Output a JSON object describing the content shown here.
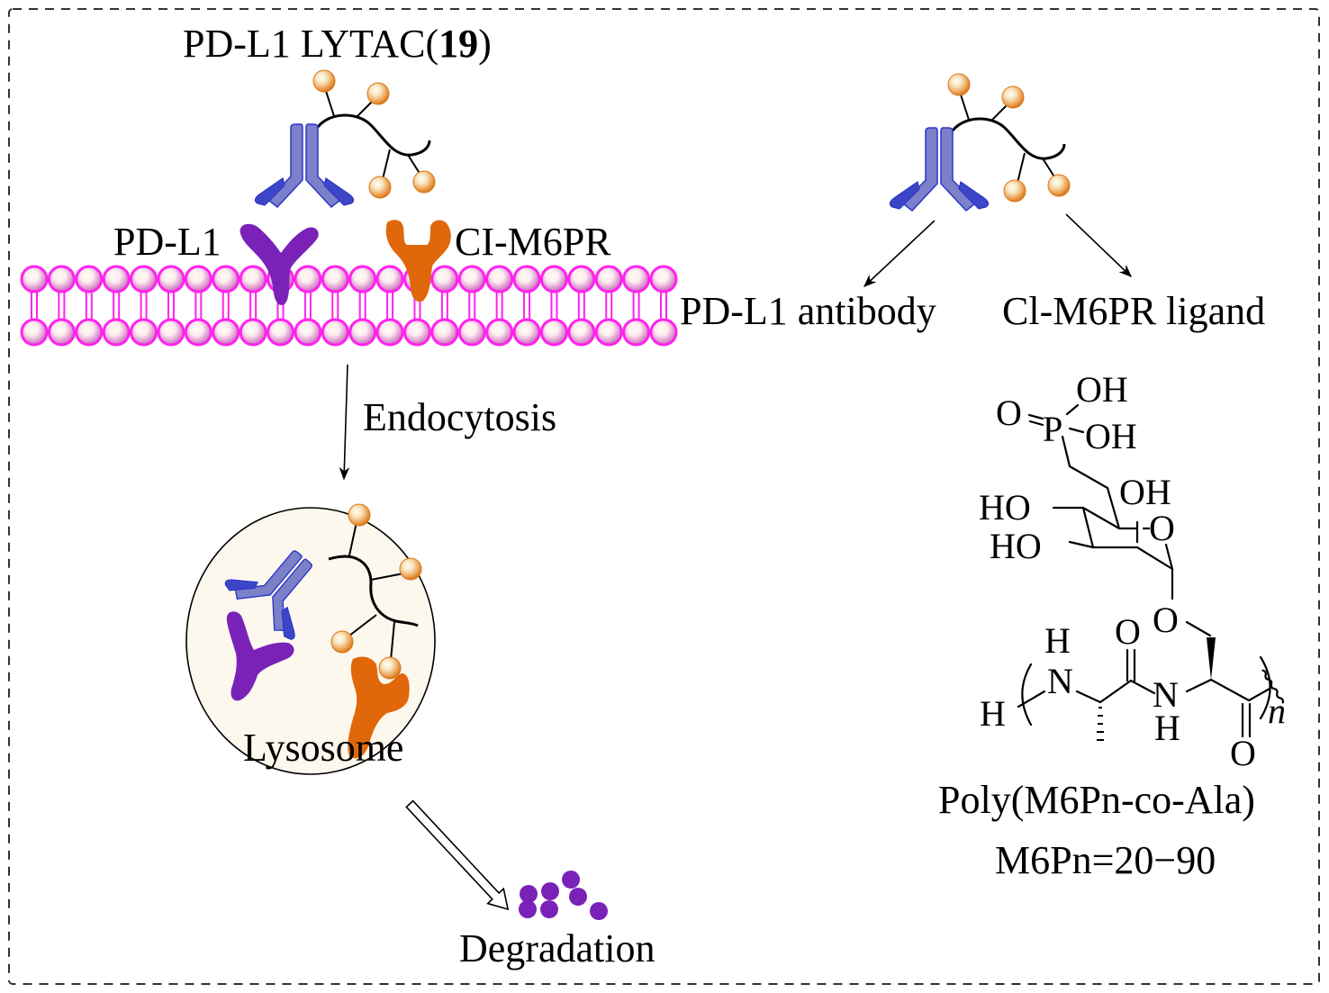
{
  "title": {
    "prefix": "PD-L1 LYTAC(",
    "compound_number": "19",
    "suffix": ")"
  },
  "membrane": {
    "protein_left_label": "PD-L1",
    "protein_right_label": "CI-M6PR",
    "lipid_heads_per_leaflet": 24
  },
  "process": {
    "endocytosis_label": "Endocytosis",
    "lysosome_label": "Lysosome",
    "degradation_label": "Degradation",
    "degradation_fragments": 7
  },
  "legend": {
    "antibody_label": "PD-L1 antibody",
    "ligand_label": "Cl-M6PR ligand"
  },
  "structure": {
    "atoms": {
      "O_double": "O",
      "P": "P",
      "OH1": "OH",
      "OH2": "OH",
      "HO1": "HO",
      "HO2": "HO",
      "OH_ring": "OH",
      "O_ring": "O",
      "O_glyco": "O",
      "O_carbonyl1": "O",
      "H_N1": "H",
      "N1": "N",
      "H_terminal": "H",
      "N2": "N",
      "H_N2": "H",
      "O_carbonyl2": "O",
      "n": "n"
    },
    "name": "Poly(M6Pn-co-Ala)",
    "range": "M6Pn=20−90"
  },
  "colors": {
    "antibody_body": "#7b80c9",
    "antibody_edge": "#2a36c8",
    "antibody_light": "#3d46c6",
    "pdl1": "#7a22b8",
    "cim6pr": "#e0670a",
    "lipid": "#ff22ee",
    "sphere": "#e8902a",
    "lysosome_fill": "#fdf8ee",
    "border": "#333333"
  }
}
